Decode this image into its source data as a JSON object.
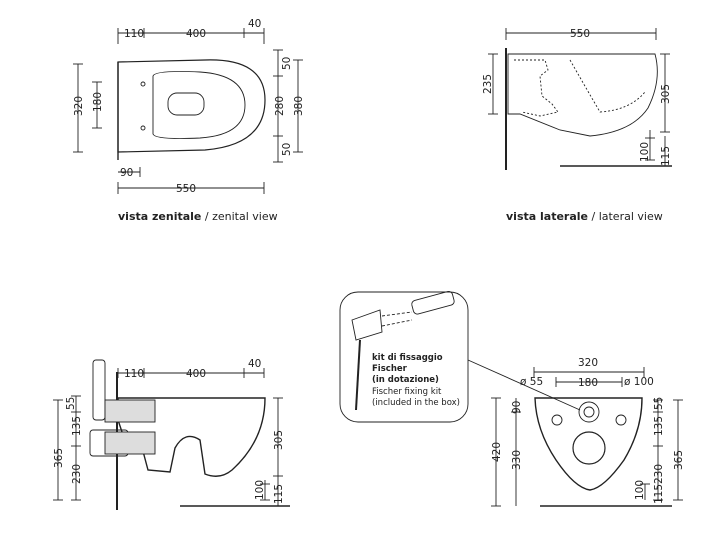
{
  "views": {
    "top": {
      "caption_bold": "vista zenitale",
      "caption_rest": " / zenital view",
      "dims": {
        "a": "110",
        "b": "400",
        "c": "40",
        "d": "550",
        "e": "90",
        "f": "320",
        "g": "180",
        "h": "50",
        "i": "280",
        "j": "380",
        "k": "50"
      }
    },
    "side": {
      "caption_bold": "vista laterale",
      "caption_rest": " / lateral view",
      "dims": {
        "a": "550",
        "b": "235",
        "c": "305",
        "d": "100",
        "e": "115"
      }
    },
    "section": {
      "dims": {
        "a": "110",
        "b": "400",
        "c": "40",
        "d": "55",
        "e": "135",
        "f": "365",
        "g": "230",
        "h": "305",
        "i": "100",
        "j": "115"
      }
    },
    "rear": {
      "dims": {
        "a": "320",
        "b": "ø 55",
        "c": "180",
        "d": "ø 100",
        "e": "90",
        "f": "420",
        "g": "330",
        "h": "55",
        "i": "135",
        "j": "230",
        "k": "365",
        "l": "100",
        "m": "115"
      }
    }
  },
  "kit": {
    "line1": "kit di fissaggio",
    "line2": "Fischer",
    "line3": "(in dotazione)",
    "line4": "Fischer fixing kit",
    "line5": "(included in the box)"
  }
}
